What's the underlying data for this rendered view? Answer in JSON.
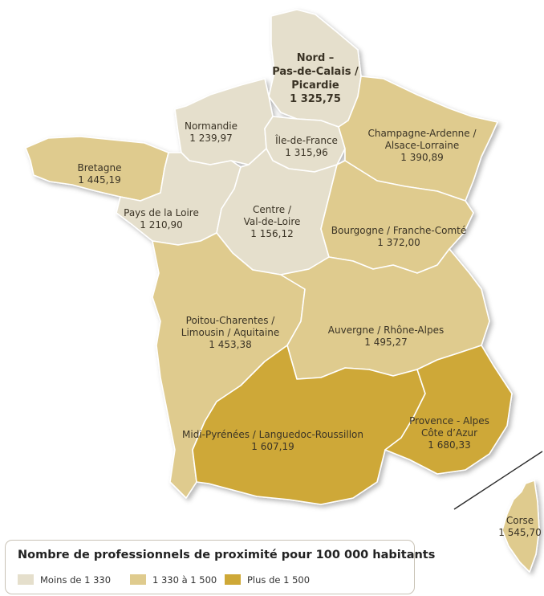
{
  "colors": {
    "low": "#e5dfcc",
    "mid": "#dfcb8e",
    "high": "#cea837",
    "border": "#ffffff",
    "text": "#3a3325"
  },
  "regions": [
    {
      "id": "nord",
      "name": "Nord –\nPas-de-Calais /\nPicardie",
      "value": "1 325,75",
      "class": "low"
    },
    {
      "id": "normandie",
      "name": "Normandie",
      "value": "1 239,97",
      "class": "low"
    },
    {
      "id": "idf",
      "name": "Île-de-France",
      "value": "1 315,96",
      "class": "low"
    },
    {
      "id": "champagne",
      "name": "Champagne-Ardenne /\nAlsace-Lorraine",
      "value": "1 390,89",
      "class": "mid"
    },
    {
      "id": "bretagne",
      "name": "Bretagne",
      "value": "1 445,19",
      "class": "mid"
    },
    {
      "id": "pdl",
      "name": "Pays de la Loire",
      "value": "1 210,90",
      "class": "low"
    },
    {
      "id": "centre",
      "name": "Centre /\nVal-de-Loire",
      "value": "1 156,12",
      "class": "low"
    },
    {
      "id": "bourgogne",
      "name": "Bourgogne / Franche-Comté",
      "value": "1 372,00",
      "class": "mid"
    },
    {
      "id": "poitou",
      "name": "Poitou-Charentes /\nLimousin / Aquitaine",
      "value": "1 453,38",
      "class": "mid"
    },
    {
      "id": "auvergne",
      "name": "Auvergne / Rhône-Alpes",
      "value": "1 495,27",
      "class": "mid"
    },
    {
      "id": "midi",
      "name": "Midi-Pyrénées / Languedoc-Roussillon",
      "value": "1 607,19",
      "class": "high"
    },
    {
      "id": "paca",
      "name": "Provence - Alpes\nCôte d’Azur",
      "value": "1 680,33",
      "class": "high"
    },
    {
      "id": "corse",
      "name": "Corse",
      "value": "1 545,70",
      "class": "mid"
    }
  ],
  "legend": {
    "title": "Nombre de professionnels de proximité pour 100 000 habitants",
    "items": [
      {
        "label": "Moins de 1 330",
        "class": "low"
      },
      {
        "label": "1 330 à 1 500",
        "class": "mid"
      },
      {
        "label": "Plus de 1 500",
        "class": "high"
      }
    ]
  }
}
